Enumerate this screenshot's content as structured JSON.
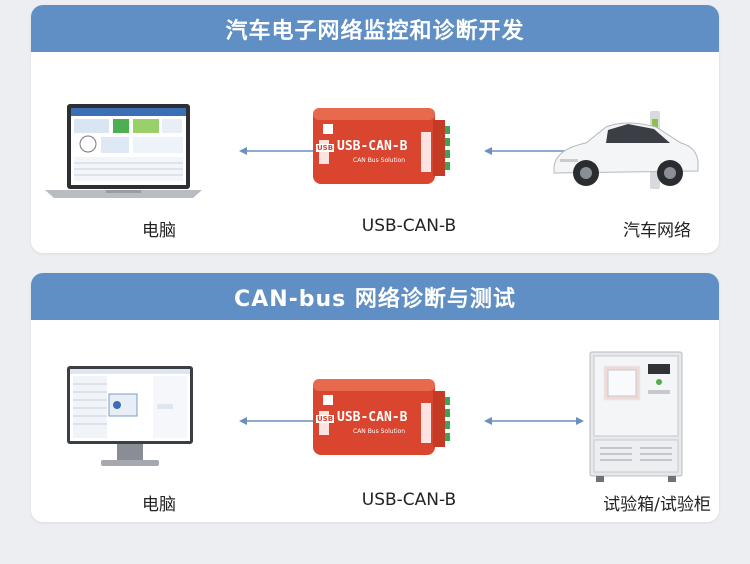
{
  "section1": {
    "title": "汽车电子网络监控和诊断开发",
    "left_label": "电脑",
    "center_label": "USB-CAN-B",
    "right_label": "汽车网络"
  },
  "section2": {
    "title": "CAN-bus 网络诊断与测试",
    "left_label": "电脑",
    "center_label": "USB-CAN-B",
    "right_label": "试验箱/试验柜"
  },
  "device": {
    "brand_text": "USB-CAN-B",
    "port_label": "USB",
    "sub_text": "CAN Bus Solution"
  },
  "colors": {
    "header": "#5f8fc4",
    "device_red": "#d9452e",
    "arrow": "#6b8fbf"
  }
}
